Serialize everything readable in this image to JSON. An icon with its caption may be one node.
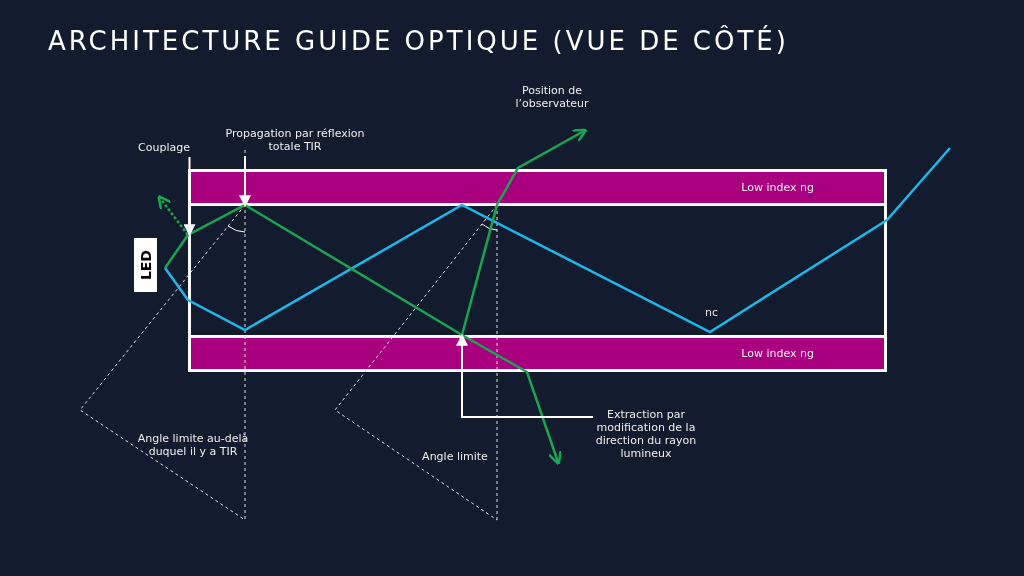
{
  "diagram": {
    "title": "ARCHITECTURE GUIDE OPTIQUE (VUE DE CÔTÉ)",
    "nodes": [
      {
        "text": [
          "Low index ng"
        ]
      },
      {
        "text": [
          "Low index ng"
        ]
      },
      {
        "text": [
          "LED"
        ]
      },
      {
        "text": [
          "nc"
        ]
      },
      {
        "text": [
          "Couplage"
        ]
      },
      {
        "text": [
          "Propagation par réflexion totale TIR"
        ]
      },
      {
        "text": [
          "Extraction par modification de la direction du rayon lumineux"
        ]
      }
    ],
    "edges": [
      {
        "from": 4,
        "to": 3,
        "arrow": "to"
      },
      {
        "from": 5,
        "to": 3,
        "arrow": "to"
      },
      {
        "from": 6,
        "to": 3,
        "arrow": "to"
      }
    ],
    "labels": [
      "Position de l’observateur",
      "Angle limite au-delà duquel il y a TIR",
      "Angle limite"
    ]
  }
}
